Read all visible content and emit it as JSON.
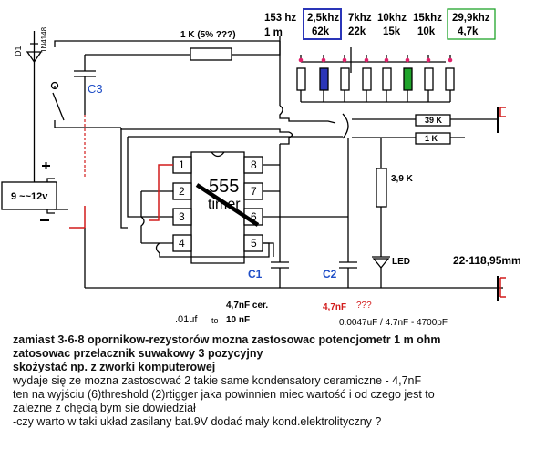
{
  "colors": {
    "wire": "#000000",
    "blue_label": "#1f4ec7",
    "red_label": "#d21c1c",
    "red_wire": "#d21c1c",
    "selected_resistor": "#2a35b8",
    "green_resistor": "#1fa32a",
    "pink_marker": "#e0226b",
    "green_box": "#1fa32a"
  },
  "freq_table": [
    {
      "freq": "153 hz",
      "res": "1 m",
      "boxed": ""
    },
    {
      "freq": "2,5khz",
      "res": "62k",
      "boxed": "blue"
    },
    {
      "freq": "7khz",
      "res": "22k",
      "boxed": ""
    },
    {
      "freq": "10khz",
      "res": "15k",
      "boxed": ""
    },
    {
      "freq": "15khz",
      "res": "10k",
      "boxed": ""
    },
    {
      "freq": "29,9khz",
      "res": "4,7k",
      "boxed": "green"
    }
  ],
  "components": {
    "diode_label": "D1",
    "diode_part": "1N4148",
    "cap_c3": "C3",
    "resistor_top": "1 K  (5% ???)",
    "battery": "9 ~~12v",
    "plus_sign": "+",
    "minus_sign": "−",
    "ic_line1": "555",
    "ic_line2": "timer",
    "pins": [
      "1",
      "2",
      "3",
      "4",
      "8",
      "7",
      "6",
      "5"
    ],
    "r_39k": "39 K",
    "r_1k": "1 K",
    "r_3_9k": "3,9 K",
    "led": "LED",
    "range": "22-118,95mm",
    "c1": "C1",
    "c2": "C2",
    "c1_value": "4,7nF cer.",
    "c2_value": "4,7nF",
    "c2_question": "???",
    "c1_range_a": ".01uf",
    "c1_range_b": "to",
    "c1_range_c": "10 nF",
    "c2_alt": "0.0047uF / 4.7nF  - 4700pF"
  },
  "notes": {
    "line1": "zamiast 3-6-8 opornikow-rezystorów mozna zastosowac potencjometr  1 m ohm",
    "line2": "zatosowac przełacznik suwakowy 3 pozycyjny",
    "line3": "skożystać np. z zworki komputerowej",
    "line4": "wydaje się ze mozna zastosować 2 takie same kondensatory ceramiczne - 4,7nF",
    "line5": "ten na wyjściu (6)threshold (2)rtigger jaka powinnien miec wartość i od czego jest to",
    "line6": "zalezne z chęcią bym sie dowiedział",
    "line7": "-czy warto w taki układ zasilany bat.9V  dodać mały kond.elektrolityczny ?"
  }
}
